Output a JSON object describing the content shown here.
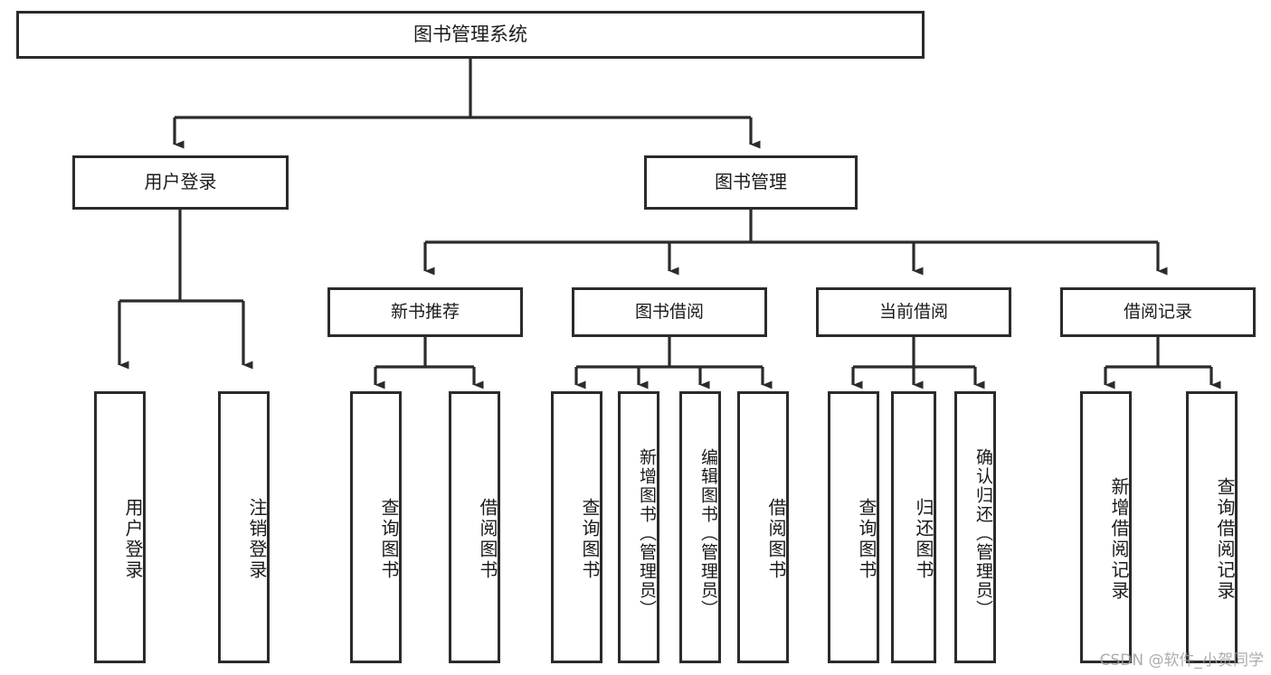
{
  "diagram": {
    "title": "图书管理系统",
    "type": "tree",
    "colors": {
      "border": "#2b2b2b",
      "box_fill": "#ffffff",
      "text": "#1a1a1a",
      "canvas": "#ffffff",
      "watermark": "#9e9e9e"
    },
    "root": {
      "label": "图书管理系统"
    },
    "level2": [
      {
        "id": "user-login",
        "label": "用户登录"
      },
      {
        "id": "book-manage",
        "label": "图书管理"
      }
    ],
    "level3": [
      {
        "id": "new-book-rec",
        "label": "新书推荐",
        "parent": "book-manage"
      },
      {
        "id": "book-borrow",
        "label": "图书借阅",
        "parent": "book-manage"
      },
      {
        "id": "current-borrow",
        "label": "当前借阅",
        "parent": "book-manage"
      },
      {
        "id": "borrow-record",
        "label": "借阅记录",
        "parent": "book-manage"
      }
    ],
    "leaves": [
      {
        "id": "leaf-user-login",
        "label": "用户登录",
        "parent": "user-login"
      },
      {
        "id": "leaf-logout",
        "label": "注销登录",
        "parent": "user-login"
      },
      {
        "id": "leaf-query-book-1",
        "label": "查询图书",
        "parent": "new-book-rec"
      },
      {
        "id": "leaf-borrow-book-1",
        "label": "借阅图书",
        "parent": "new-book-rec"
      },
      {
        "id": "leaf-query-book-2",
        "label": "查询图书",
        "parent": "book-borrow"
      },
      {
        "id": "leaf-add-book",
        "label": "新增图书（管理员）",
        "parent": "book-borrow"
      },
      {
        "id": "leaf-edit-book",
        "label": "编辑图书（管理员）",
        "parent": "book-borrow"
      },
      {
        "id": "leaf-borrow-book-2",
        "label": "借阅图书",
        "parent": "book-borrow"
      },
      {
        "id": "leaf-query-book-3",
        "label": "查询图书",
        "parent": "current-borrow"
      },
      {
        "id": "leaf-return-book",
        "label": "归还图书",
        "parent": "current-borrow"
      },
      {
        "id": "leaf-confirm-return",
        "label": "确认归还（管理员）",
        "parent": "current-borrow"
      },
      {
        "id": "leaf-add-record",
        "label": "新增借阅记录",
        "parent": "borrow-record"
      },
      {
        "id": "leaf-query-record",
        "label": "查询借阅记录",
        "parent": "borrow-record"
      }
    ],
    "watermark": "CSDN @软件_小贺同学"
  }
}
